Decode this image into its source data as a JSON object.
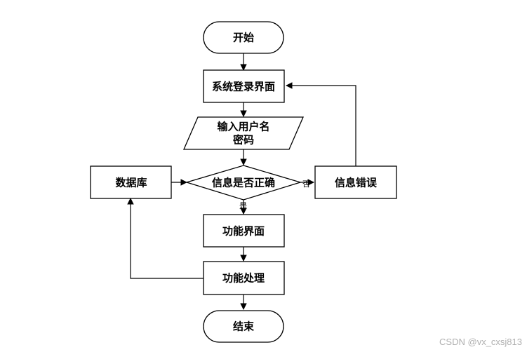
{
  "nodes": {
    "start": "开始",
    "login": "系统登录界面",
    "input_line1": "输入用户名",
    "input_line2": "密码",
    "check": "信息是否正确",
    "error": "信息错误",
    "database": "数据库",
    "feature_ui": "功能界面",
    "processing": "功能处理",
    "end": "结束"
  },
  "edges": {
    "no": "否",
    "yes": "是"
  },
  "watermark": "CSDN @vx_cxsj813"
}
